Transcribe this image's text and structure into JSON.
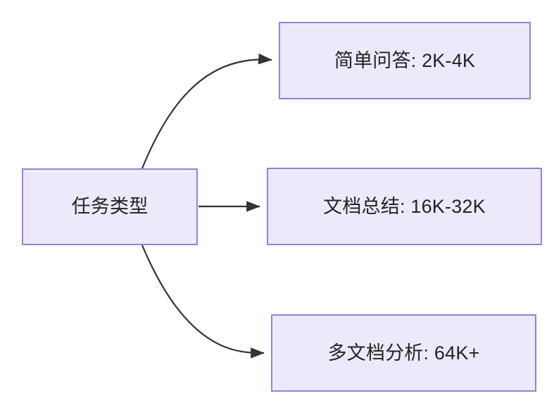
{
  "diagram": {
    "type": "flowchart",
    "direction": "left-to-right",
    "background_color": "#ffffff",
    "node_fill_color": "#ece9fb",
    "node_border_color": "#9a7fd6",
    "node_text_color": "#232323",
    "edge_color": "#333333",
    "nodes": [
      {
        "id": "source",
        "label": "任务类型"
      },
      {
        "id": "simple",
        "label": "简单问答: 2K-4K"
      },
      {
        "id": "doc",
        "label": "文档总结: 16K-32K"
      },
      {
        "id": "multidoc",
        "label": "多文档分析: 64K+"
      }
    ],
    "edges": [
      {
        "from": "source",
        "to": "simple",
        "style": "curved",
        "arrowhead": "filled-triangle"
      },
      {
        "from": "source",
        "to": "doc",
        "style": "straight",
        "arrowhead": "filled-triangle"
      },
      {
        "from": "source",
        "to": "multidoc",
        "style": "curved",
        "arrowhead": "filled-triangle"
      }
    ]
  }
}
